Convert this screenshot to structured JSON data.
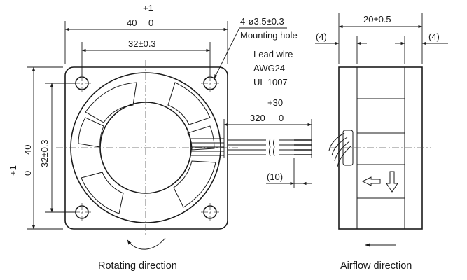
{
  "front_view": {
    "overall_width": {
      "nominal": "40",
      "tol_plus": "+1",
      "tol_minus": "0"
    },
    "hole_pitch_horizontal": "32±0.3",
    "overall_height": {
      "nominal": "40",
      "tol_plus": "+1",
      "tol_minus": "0"
    },
    "hole_pitch_vertical": "32±0.3",
    "mounting_hole": {
      "spec": "4-ø3.5±0.3",
      "label": "Mounting hole"
    },
    "caption": "Rotating direction"
  },
  "lead_wire": {
    "title": "Lead wire",
    "gauge": "AWG24",
    "standard": "UL 1007",
    "length": {
      "nominal": "320",
      "tol_plus": "+30",
      "tol_minus": "0"
    },
    "strip_length": "(10)"
  },
  "side_view": {
    "depth": "20±0.5",
    "flange_left": "(4)",
    "flange_right": "(4)",
    "caption": "Airflow direction"
  }
}
